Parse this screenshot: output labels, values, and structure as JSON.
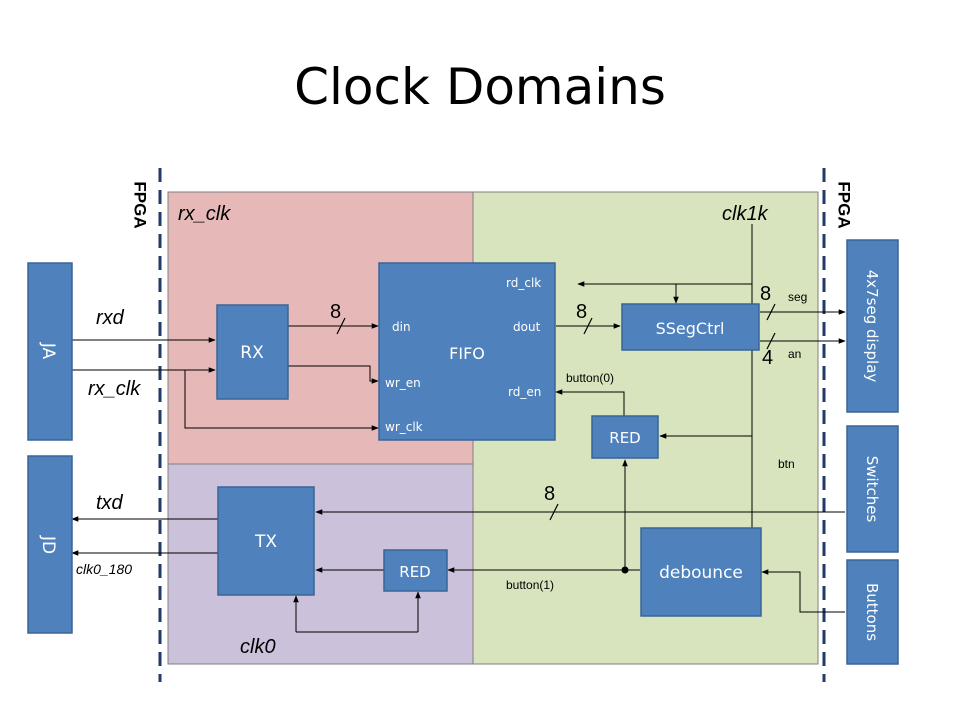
{
  "title": "Clock Domains",
  "colors": {
    "rx_domain": "#e6b9b8",
    "tx_domain": "#ccc1da",
    "clk1k_domain": "#d7e4bd",
    "block": "#4f81bd",
    "fpga_line": "#1f3a68"
  },
  "labels": {
    "fpga_left": "FPGA",
    "fpga_right": "FPGA",
    "rx_clk_domain": "rx_clk",
    "clk1k_domain": "clk1k",
    "clk0": "clk0",
    "rxd": "rxd",
    "rx_clk_in": "rx_clk",
    "txd": "txd",
    "clk0_180": "clk0_180",
    "bus_rx_fifo": "8",
    "bus_fifo_sseg": "8",
    "bus_seg": "8",
    "bus_an": "4",
    "bus_switches": "8",
    "seg": "seg",
    "an": "an",
    "btn": "btn",
    "button0": "button(0)",
    "button1": "button(1)"
  },
  "blocks": {
    "ja": "JA",
    "jd": "JD",
    "rx": "RX",
    "tx": "TX",
    "fifo": "FIFO",
    "sseg": "SSegCtrl",
    "red_top": "RED",
    "red_bottom": "RED",
    "debounce": "debounce",
    "display": "4x7seg display",
    "switches": "Switches",
    "buttons": "Buttons"
  },
  "fifo_ports": {
    "rd_clk": "rd_clk",
    "din": "din",
    "dout": "dout",
    "wr_en": "wr_en",
    "rd_en": "rd_en",
    "wr_clk": "wr_clk"
  }
}
